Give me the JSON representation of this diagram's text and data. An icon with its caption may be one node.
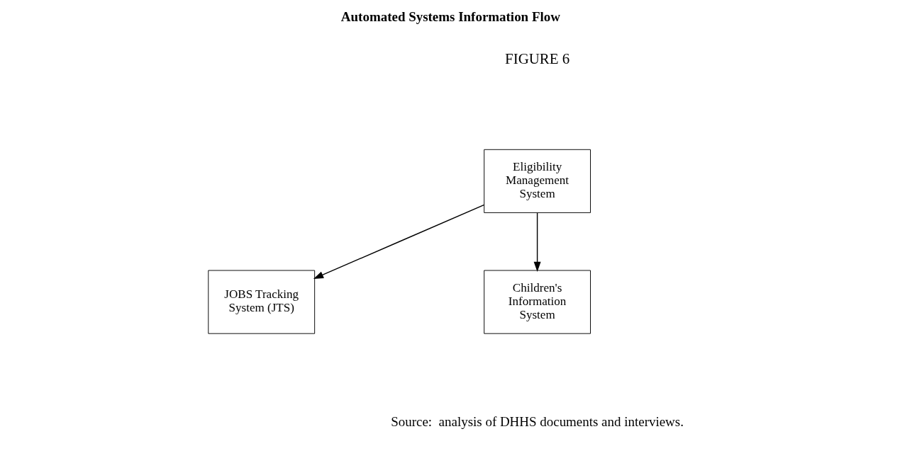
{
  "diagram": {
    "title": "Automated Systems Information Flow",
    "caption": "Source:  analysis of DHHS documents and interviews.",
    "nodes": [
      {
        "text": [
          "Eligibility Management System"
        ]
      },
      {
        "text": [
          "JOBS Tracking System (JTS)"
        ]
      },
      {
        "text": [
          "Children's Information System"
        ]
      }
    ],
    "edges": [
      {
        "from": 0,
        "to": 1,
        "arrow": "to"
      },
      {
        "from": 0,
        "to": 2,
        "arrow": "to"
      }
    ],
    "labels": [
      "FIGURE 6"
    ]
  }
}
